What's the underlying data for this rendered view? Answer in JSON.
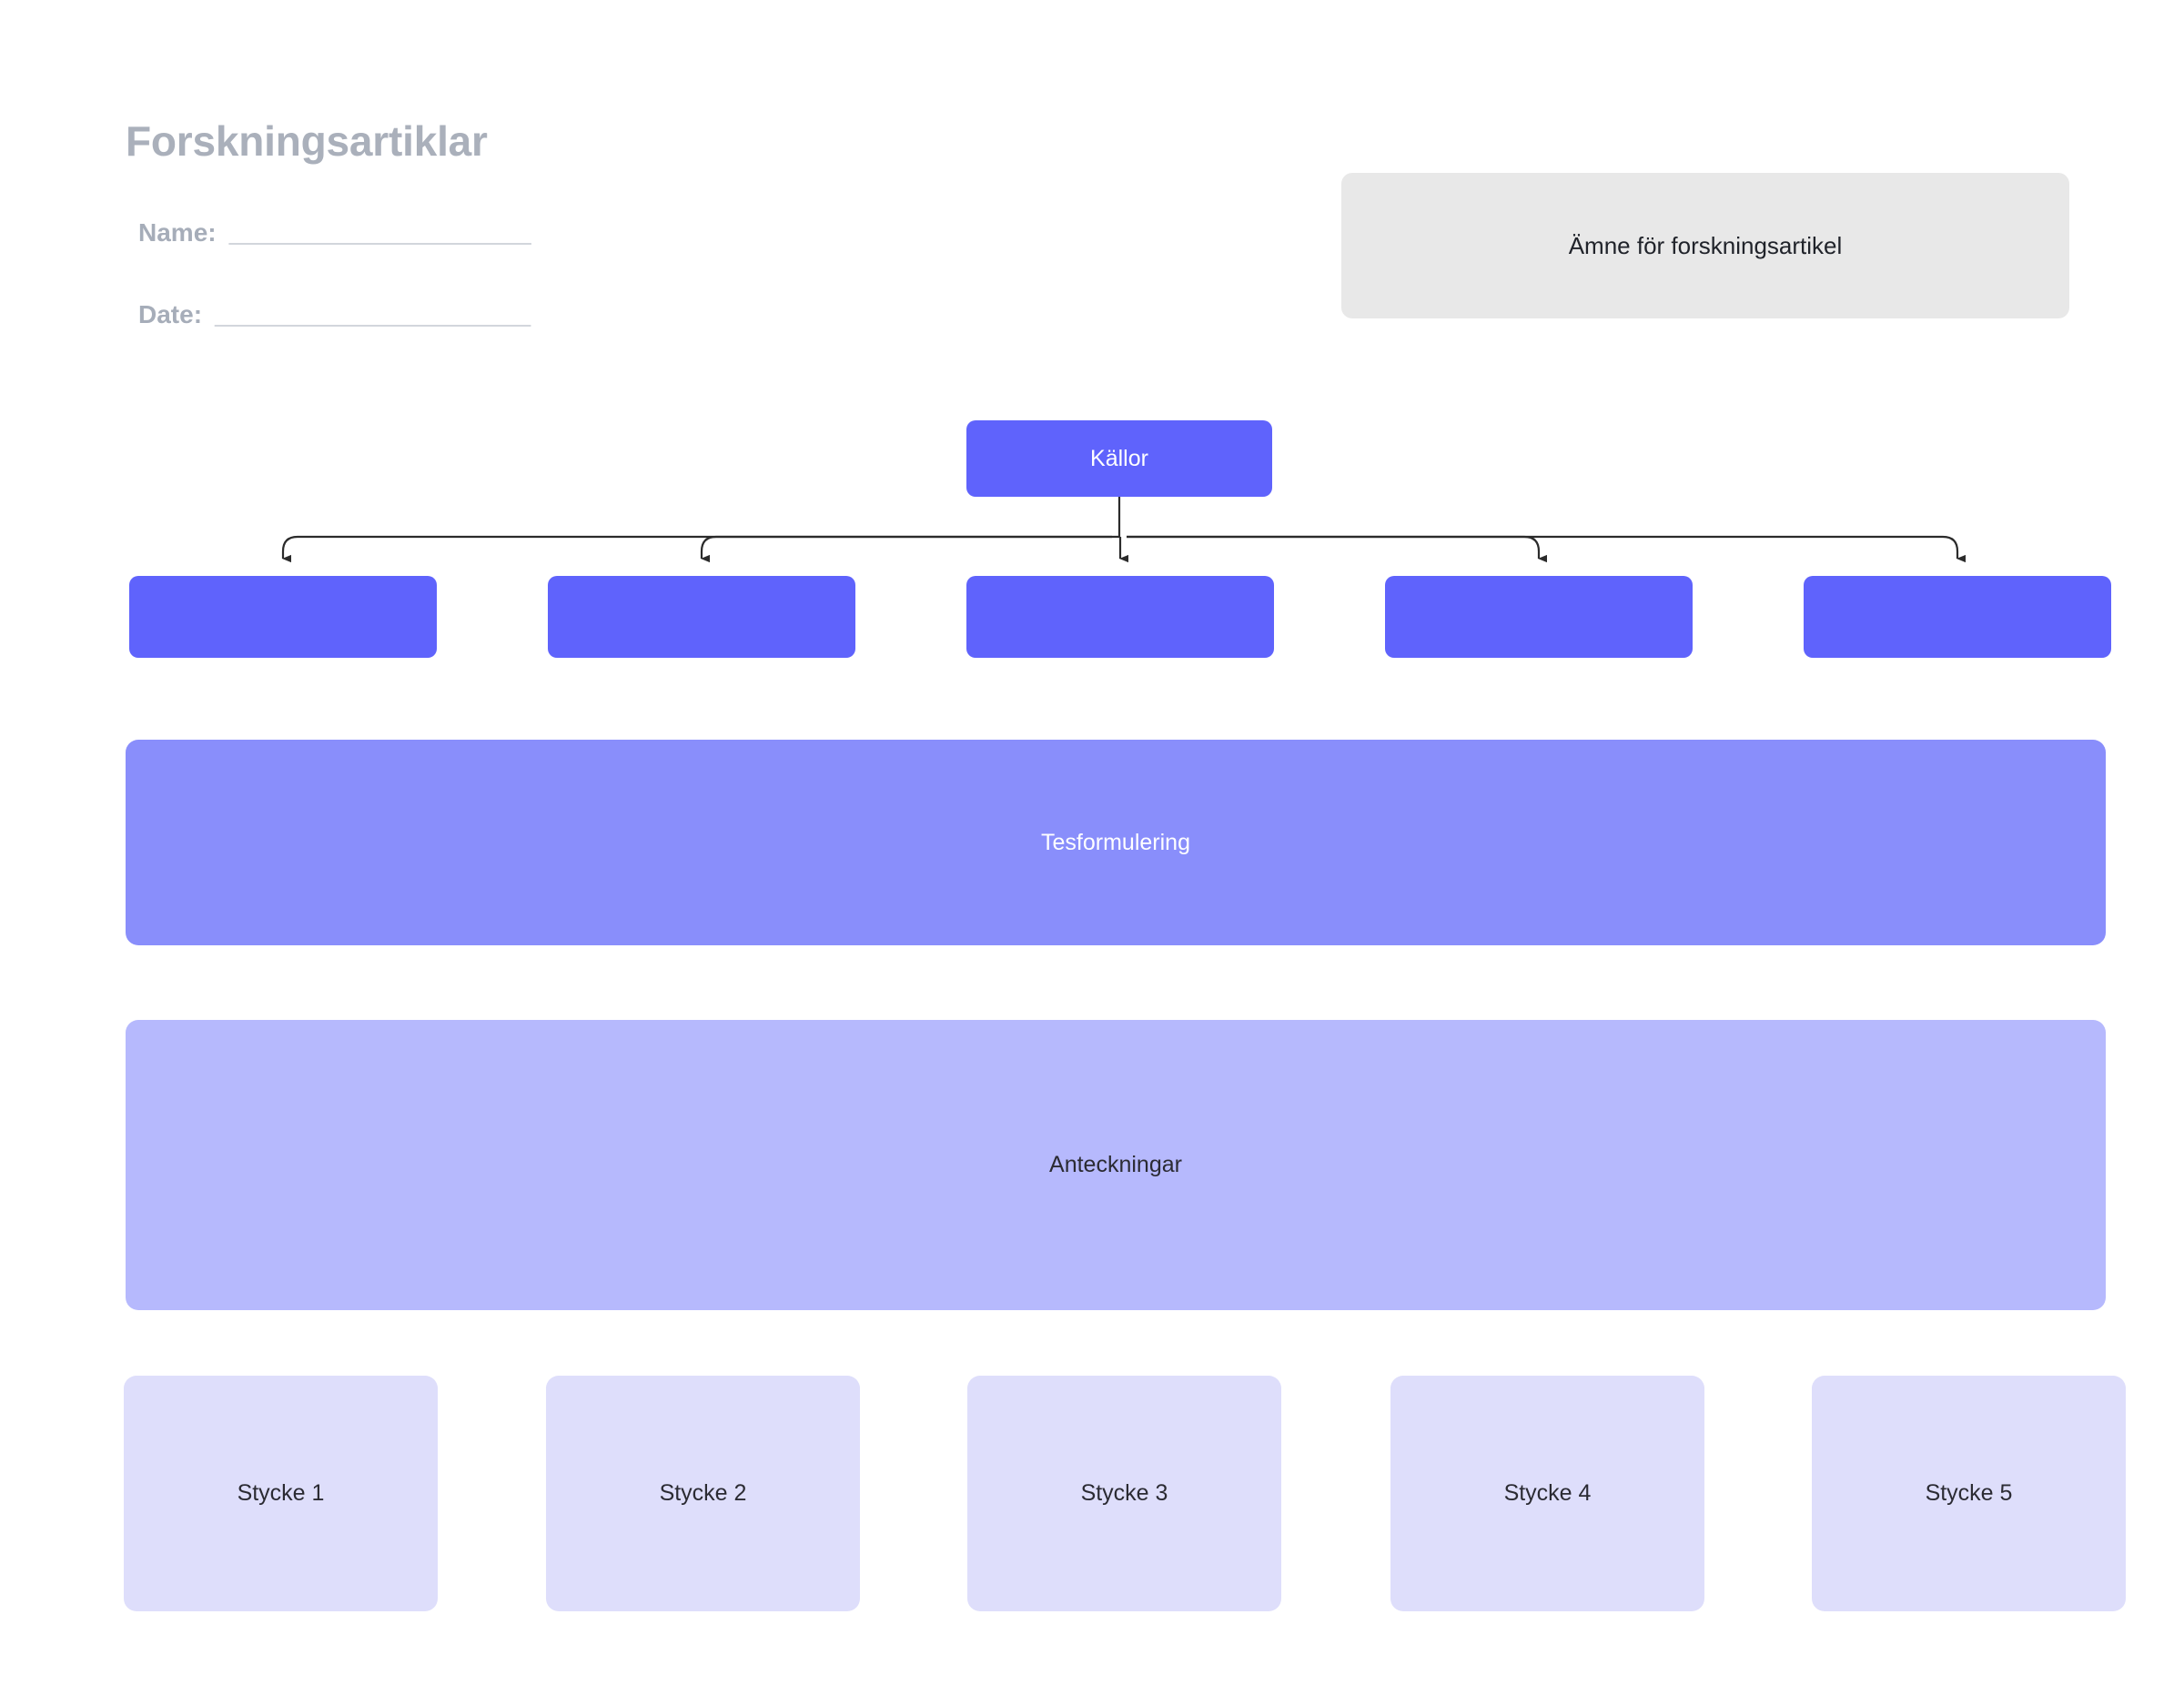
{
  "page": {
    "title": "Forskningsartiklar",
    "background_color": "#ffffff"
  },
  "form_fields": [
    {
      "label": "Name:",
      "line": "______________________"
    },
    {
      "label": "Date:",
      "line": "_______________________"
    }
  ],
  "topic_box": {
    "label": "Ämne för forskningsartikel",
    "fill": "#e8e8e8",
    "text_color": "#20232a"
  },
  "diagram": {
    "root": {
      "label": "Källor",
      "fill": "#5f63fc",
      "text_color": "#ffffff"
    },
    "branches": [
      {
        "label": "",
        "fill": "#5f63fc"
      },
      {
        "label": "",
        "fill": "#5f63fc"
      },
      {
        "label": "",
        "fill": "#5f63fc"
      },
      {
        "label": "",
        "fill": "#5f63fc"
      },
      {
        "label": "",
        "fill": "#5f63fc"
      }
    ],
    "connector_color": "#2b2b2b",
    "thesis": {
      "label": "Tesformulering",
      "fill": "#898efb",
      "text_color": "#ffffff"
    },
    "notes": {
      "label": "Anteckningar",
      "fill": "#b6b9fd",
      "text_color": "#2b2b33"
    },
    "paragraphs": [
      {
        "label": "Stycke 1",
        "fill": "#dedefb",
        "text_color": "#2b2b33"
      },
      {
        "label": "Stycke 2",
        "fill": "#dedefb",
        "text_color": "#2b2b33"
      },
      {
        "label": "Stycke 3",
        "fill": "#dedefb",
        "text_color": "#2b2b33"
      },
      {
        "label": "Stycke 4",
        "fill": "#dedefb",
        "text_color": "#2b2b33"
      },
      {
        "label": "Stycke 5",
        "fill": "#dedefb",
        "text_color": "#2b2b33"
      }
    ]
  }
}
